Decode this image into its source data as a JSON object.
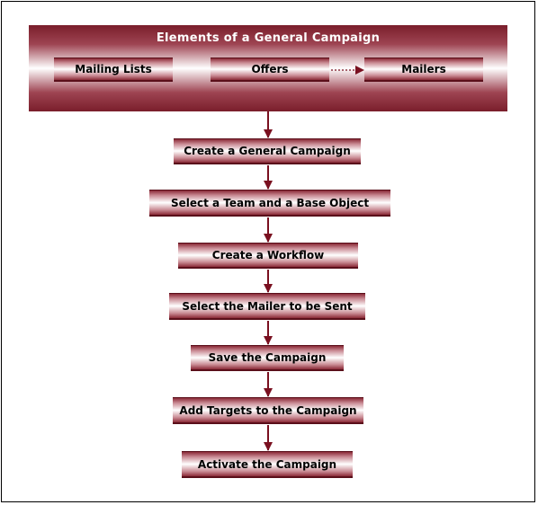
{
  "header": {
    "title": "Elements of a General Campaign"
  },
  "elements": [
    "Mailing Lists",
    "Offers",
    "Mailers"
  ],
  "steps": [
    "Create a General Campaign",
    "Select a Team and a Base Object",
    "Create a Workflow",
    "Select the Mailer to be Sent",
    "Save the Campaign",
    "Add Targets to the Campaign",
    "Activate the Campaign"
  ],
  "colors": {
    "accent": "#7a1e2b",
    "arrow": "#7a1020"
  }
}
